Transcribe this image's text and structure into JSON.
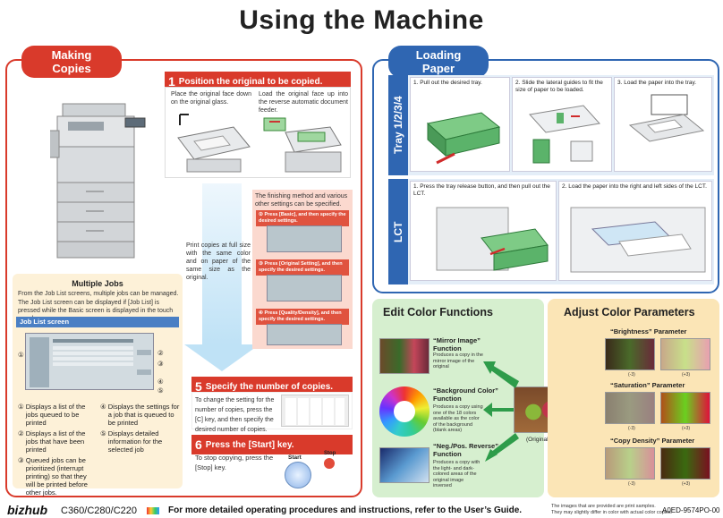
{
  "title": "Using the Machine",
  "making_copies": {
    "tab": "Making Copies",
    "step1": {
      "num": "1",
      "title": "Position the original to be copied.",
      "a": "Place the original face down on the original glass.",
      "b": "Load the original face up into the reverse automatic document feeder."
    },
    "print_text": "Print copies at full size with the same color and on paper of the same size as the original.",
    "finishing_text": "The finishing method and various other settings can be specified.",
    "substeps": [
      "Press [Basic], and then specify the desired settings.",
      "Press [Original Setting], and then specify the desired settings.",
      "Press [Quality/Density], and then specify the desired settings."
    ],
    "multiple_jobs": {
      "title": "Multiple Jobs",
      "line1": "From the Job List screens, multiple jobs can be managed.",
      "line2": "The Job List screen can be displayed if [Job List] is pressed while the Basic screen is displayed in the touch panel.",
      "bar": "Job List screen",
      "items": [
        {
          "n": "①",
          "t": "Displays a list of the jobs queued to be printed"
        },
        {
          "n": "②",
          "t": "Displays a list of the jobs that have been printed"
        },
        {
          "n": "③",
          "t": "Queued jobs can be prioritized (interrupt printing) so that they will be printed before other jobs."
        },
        {
          "n": "④",
          "t": "Displays the settings for a job that is queued to be printed"
        },
        {
          "n": "⑤",
          "t": "Displays detailed information for the selected job"
        }
      ],
      "callouts": [
        "①",
        "②",
        "③",
        "④",
        "⑤"
      ]
    },
    "step5": {
      "num": "5",
      "title": "Specify the number of copies.",
      "body": "To change the setting for the number of copies, press the [C] key, and then specify the desired number of copies."
    },
    "step6": {
      "num": "6",
      "title": "Press the [Start] key.",
      "body": "To stop copying, press the [Stop] key.",
      "start": "Start",
      "stop": "Stop"
    }
  },
  "loading_paper": {
    "tab": "Loading Paper",
    "tray_label": "Tray 1/2/3/4",
    "lct_label": "LCT",
    "tray_steps": [
      "1. Pull out the desired tray.",
      "2. Slide the lateral guides to fit the size of paper to be loaded.",
      "3. Load the paper into the tray."
    ],
    "lct_steps": [
      "1. Press the tray release button, and then pull out the LCT.",
      "2. Load the paper into the right and left sides of the LCT."
    ]
  },
  "edit_color": {
    "title": "Edit Color Functions",
    "items": [
      {
        "name": "“Mirror Image” Function",
        "desc": "Produces a copy in the mirror image of the original"
      },
      {
        "name": "“Background Color” Function",
        "desc": "Produces a copy using one of the 18 colors available as the color of the background (blank areas)"
      },
      {
        "name": "“Neg./Pos. Reverse” Function",
        "desc": "Produces a copy with the light- and dark-colored areas of the original image inversed"
      }
    ],
    "original": "(Original)"
  },
  "adjust_color": {
    "title": "Adjust Color Parameters",
    "params": [
      {
        "name": "“Brightness” Parameter",
        "minus": "(-3)",
        "plus": "(+3)"
      },
      {
        "name": "“Saturation” Parameter",
        "minus": "(-3)",
        "plus": "(+3)"
      },
      {
        "name": "“Copy Density” Parameter",
        "minus": "(-3)",
        "plus": "(+3)"
      }
    ]
  },
  "footer": {
    "logo": "bizhub",
    "models": "C360/C280/C220",
    "main": "For more detailed operating procedures and instructions, refer to the User’s Guide.",
    "note1": "The images that are provided are print samples.",
    "note2": "They may slightly differ in color with actual color copies.",
    "code": "A0ED-9574PO-00"
  },
  "colors": {
    "red": "#d93a2b",
    "blue": "#2f66b2",
    "green_bg": "#d6efcf",
    "orange_bg": "#fbe5b6",
    "orange_arrow": "#f0922a",
    "green_arrow": "#2e9c4a"
  }
}
